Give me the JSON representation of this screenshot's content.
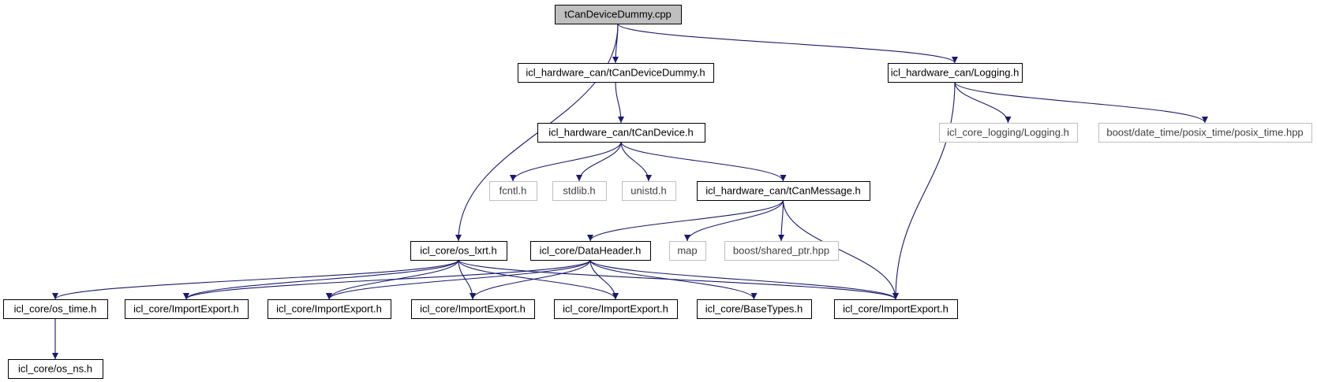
{
  "colors": {
    "edge": "#191970",
    "root_fill": "#bfbfbf",
    "resolved_border": "#000000",
    "unresolved_border": "#bfbfbf",
    "unresolved_text": "#404040"
  },
  "nodes": [
    {
      "id": "root",
      "label": "tCanDeviceDummy.cpp",
      "kind": "root"
    },
    {
      "id": "dummy_h",
      "label": "icl_hardware_can/tCanDeviceDummy.h",
      "kind": "resolved"
    },
    {
      "id": "logging_h",
      "label": "icl_hardware_can/Logging.h",
      "kind": "resolved"
    },
    {
      "id": "tcandevice_h",
      "label": "icl_hardware_can/tCanDevice.h",
      "kind": "resolved"
    },
    {
      "id": "core_logging",
      "label": "icl_core_logging/Logging.h",
      "kind": "unresolved"
    },
    {
      "id": "posix_time",
      "label": "boost/date_time/posix_time/posix_time.hpp",
      "kind": "unresolved"
    },
    {
      "id": "fcntl",
      "label": "fcntl.h",
      "kind": "unresolved"
    },
    {
      "id": "stdlib",
      "label": "stdlib.h",
      "kind": "unresolved"
    },
    {
      "id": "unistd",
      "label": "unistd.h",
      "kind": "unresolved"
    },
    {
      "id": "tcanmessage_h",
      "label": "icl_hardware_can/tCanMessage.h",
      "kind": "resolved"
    },
    {
      "id": "os_lxrt",
      "label": "icl_core/os_lxrt.h",
      "kind": "resolved"
    },
    {
      "id": "dataheader",
      "label": "icl_core/DataHeader.h",
      "kind": "resolved"
    },
    {
      "id": "map",
      "label": "map",
      "kind": "unresolved"
    },
    {
      "id": "shared_ptr",
      "label": "boost/shared_ptr.hpp",
      "kind": "unresolved"
    },
    {
      "id": "os_time",
      "label": "icl_core/os_time.h",
      "kind": "resolved"
    },
    {
      "id": "ie1",
      "label": "icl_core/ImportExport.h",
      "kind": "resolved"
    },
    {
      "id": "ie2",
      "label": "icl_core/ImportExport.h",
      "kind": "resolved"
    },
    {
      "id": "ie3",
      "label": "icl_core/ImportExport.h",
      "kind": "resolved"
    },
    {
      "id": "ie4",
      "label": "icl_core/ImportExport.h",
      "kind": "resolved"
    },
    {
      "id": "basetypes",
      "label": "icl_core/BaseTypes.h",
      "kind": "resolved"
    },
    {
      "id": "ie5",
      "label": "icl_core/ImportExport.h",
      "kind": "resolved"
    },
    {
      "id": "os_ns",
      "label": "icl_core/os_ns.h",
      "kind": "resolved"
    }
  ],
  "edges": [
    [
      "root",
      "os_lxrt"
    ],
    [
      "root",
      "dummy_h"
    ],
    [
      "root",
      "logging_h"
    ],
    [
      "dummy_h",
      "tcandevice_h"
    ],
    [
      "logging_h",
      "core_logging"
    ],
    [
      "logging_h",
      "posix_time"
    ],
    [
      "logging_h",
      "ie5"
    ],
    [
      "tcandevice_h",
      "fcntl"
    ],
    [
      "tcandevice_h",
      "stdlib"
    ],
    [
      "tcandevice_h",
      "unistd"
    ],
    [
      "tcandevice_h",
      "tcanmessage_h"
    ],
    [
      "tcanmessage_h",
      "dataheader"
    ],
    [
      "tcanmessage_h",
      "map"
    ],
    [
      "tcanmessage_h",
      "shared_ptr"
    ],
    [
      "tcanmessage_h",
      "ie5"
    ],
    [
      "os_lxrt",
      "os_time"
    ],
    [
      "os_lxrt",
      "ie1"
    ],
    [
      "os_lxrt",
      "ie2"
    ],
    [
      "os_lxrt",
      "ie3"
    ],
    [
      "os_lxrt",
      "ie4"
    ],
    [
      "os_lxrt",
      "ie5"
    ],
    [
      "dataheader",
      "ie1"
    ],
    [
      "dataheader",
      "ie2"
    ],
    [
      "dataheader",
      "ie3"
    ],
    [
      "dataheader",
      "ie4"
    ],
    [
      "dataheader",
      "basetypes"
    ],
    [
      "dataheader",
      "ie5"
    ],
    [
      "os_time",
      "os_ns"
    ]
  ]
}
